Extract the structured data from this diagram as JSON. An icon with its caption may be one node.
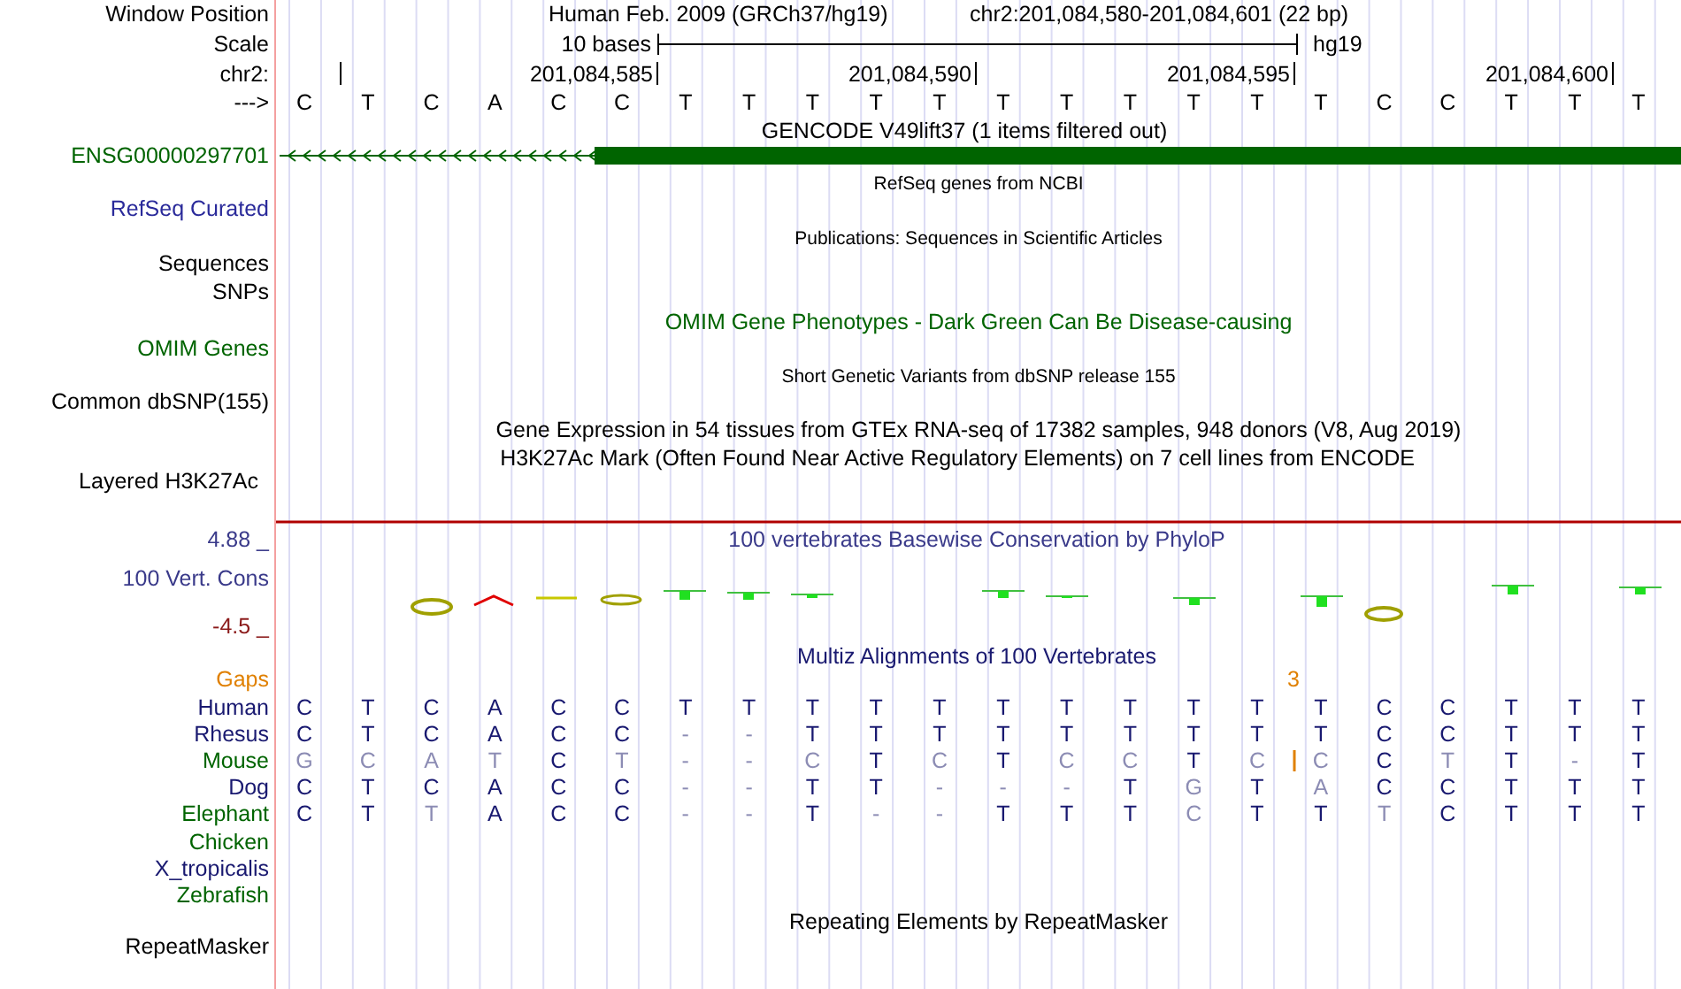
{
  "diagram": {
    "labels": [
      "Window Position",
      "Human Feb. 2009 (GRCh37/hg19)",
      "chr2:201,084,580-201,084,601 (22 bp)",
      "Scale",
      "10 bases",
      "hg19",
      "chr2:",
      "201,084,585",
      "201,084,590",
      "201,084,595",
      "201,084,600",
      "--->",
      "C",
      "T",
      "C",
      "A",
      "C",
      "C",
      "T",
      "T",
      "T",
      "T",
      "T",
      "T",
      "T",
      "T",
      "T",
      "T",
      "T",
      "C",
      "C",
      "T",
      "T",
      "T",
      "GENCODE V49lift37 (1 items filtered out)",
      "ENSG00000297701",
      "RefSeq genes from NCBI",
      "RefSeq Curated",
      "Publications: Sequences in Scientific Articles",
      "Sequences",
      "SNPs",
      "OMIM Gene Phenotypes - Dark Green Can Be Disease-causing",
      "OMIM Genes",
      "Short Genetic Variants from dbSNP release 155",
      "Common dbSNP(155)",
      "Gene Expression in 54 tissues from GTEx RNA-seq of 17382 samples, 948 donors (V8, Aug 2019)",
      "H3K27Ac Mark (Often Found Near Active Regulatory Elements) on 7 cell lines from ENCODE",
      "Layered H3K27Ac",
      "4.88 _",
      "100 vertebrates Basewise Conservation by PhyloP",
      "100 Vert. Cons",
      "-4.5 _",
      "Multiz Alignments of 100 Vertebrates",
      "Gaps",
      "3",
      "Human",
      "C",
      "T",
      "C",
      "A",
      "C",
      "C",
      "T",
      "T",
      "T",
      "T",
      "T",
      "T",
      "T",
      "T",
      "T",
      "T",
      "T",
      "C",
      "C",
      "T",
      "T",
      "T",
      "Rhesus",
      "C",
      "T",
      "C",
      "A",
      "C",
      "C",
      "-",
      "-",
      "T",
      "T",
      "T",
      "T",
      "T",
      "T",
      "T",
      "T",
      "T",
      "C",
      "C",
      "T",
      "T",
      "T",
      "Mouse",
      "G",
      "C",
      "A",
      "T",
      "C",
      "T",
      "-",
      "-",
      "C",
      "T",
      "C",
      "T",
      "C",
      "C",
      "T",
      "C",
      "C",
      "C",
      "T",
      "T",
      "-",
      "T",
      "Dog",
      "C",
      "T",
      "C",
      "A",
      "C",
      "C",
      "-",
      "-",
      "T",
      "T",
      "-",
      "-",
      "-",
      "T",
      "G",
      "T",
      "A",
      "C",
      "C",
      "T",
      "T",
      "T",
      "Elephant",
      "C",
      "T",
      "T",
      "A",
      "C",
      "C",
      "-",
      "-",
      "T",
      "-",
      "-",
      "T",
      "T",
      "T",
      "C",
      "T",
      "T",
      "T",
      "C",
      "T",
      "T",
      "T",
      "Chicken",
      "X_tropicalis",
      "Zebrafish",
      "Repeating Elements by RepeatMasker",
      "RepeatMasker"
    ]
  }
}
